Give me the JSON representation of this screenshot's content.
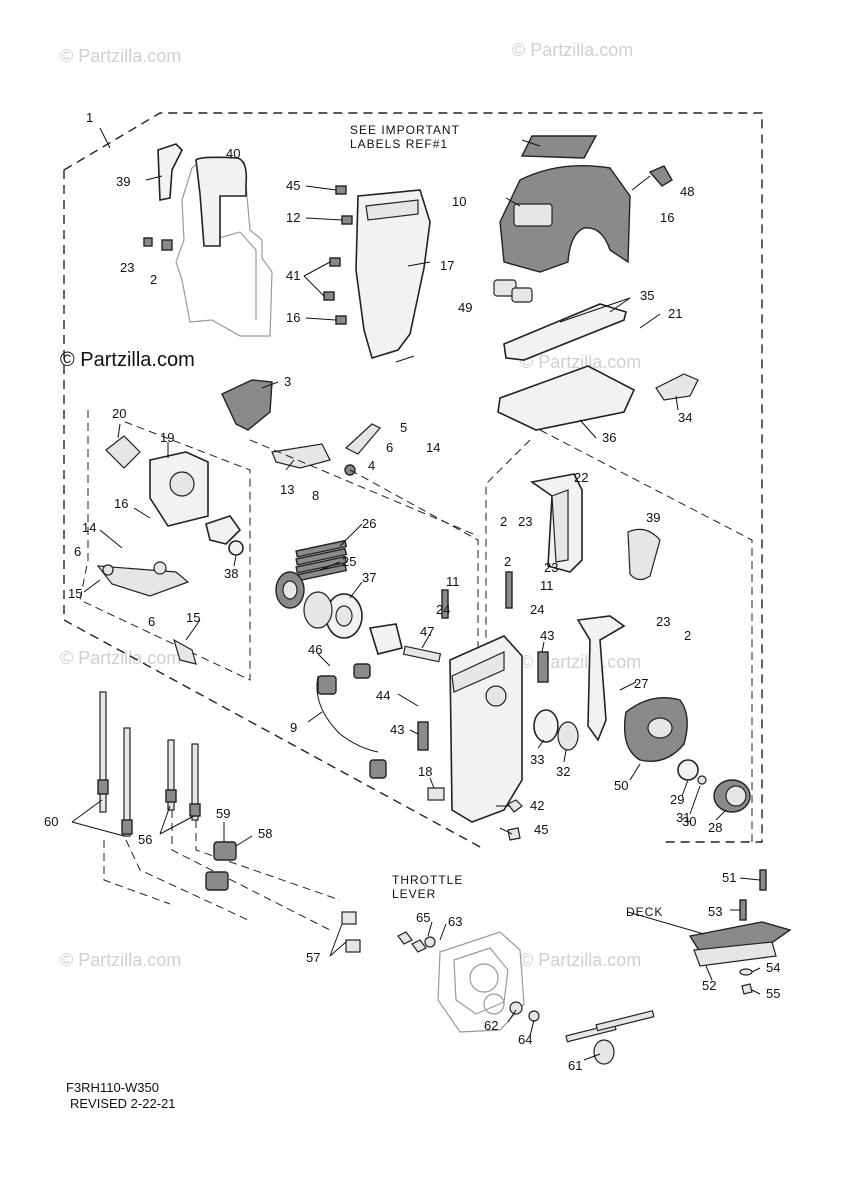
{
  "watermarks": {
    "faint": "© Partzilla.com",
    "bold": "© Partzilla.com"
  },
  "callouts": {
    "labels_line1": "SEE IMPORTANT",
    "labels_line2": "LABELS REF#1",
    "throttle_line1": "THROTTLE",
    "throttle_line2": "LEVER",
    "deck": "DECK"
  },
  "footer": {
    "diagram_id": "F3RH110-W350",
    "revised": "REVISED 2-22-21"
  },
  "part_numbers": {
    "n1": "1",
    "n2a": "2",
    "n2b": "2",
    "n2c": "2",
    "n2d": "2",
    "n3": "3",
    "n4": "4",
    "n5": "5",
    "n6a": "6",
    "n6b": "6",
    "n6c": "6",
    "n8": "8",
    "n9": "9",
    "n10": "10",
    "n11a": "11",
    "n11b": "11",
    "n12": "12",
    "n13": "13",
    "n14a": "14",
    "n14b": "14",
    "n15a": "15",
    "n15b": "15",
    "n16a": "16",
    "n16b": "16",
    "n16c": "16",
    "n17": "17",
    "n18": "18",
    "n19": "19",
    "n20": "20",
    "n21": "21",
    "n22": "22",
    "n23a": "23",
    "n23b": "23",
    "n23c": "23",
    "n23d": "23",
    "n24a": "24",
    "n24b": "24",
    "n25": "25",
    "n26": "26",
    "n27": "27",
    "n28": "28",
    "n29": "29",
    "n30": "30",
    "n31": "31",
    "n32": "32",
    "n33": "33",
    "n34": "34",
    "n35": "35",
    "n36": "36",
    "n37": "37",
    "n38": "38",
    "n39a": "39",
    "n39b": "39",
    "n40": "40",
    "n41": "41",
    "n42": "42",
    "n43a": "43",
    "n43b": "43",
    "n44": "44",
    "n45a": "45",
    "n45b": "45",
    "n46": "46",
    "n47": "47",
    "n48": "48",
    "n49": "49",
    "n50": "50",
    "n51": "51",
    "n52": "52",
    "n53": "53",
    "n54": "54",
    "n55": "55",
    "n56": "56",
    "n57": "57",
    "n58": "58",
    "n59": "59",
    "n60": "60",
    "n61": "61",
    "n62": "62",
    "n63": "63",
    "n64": "64",
    "n65": "65"
  }
}
